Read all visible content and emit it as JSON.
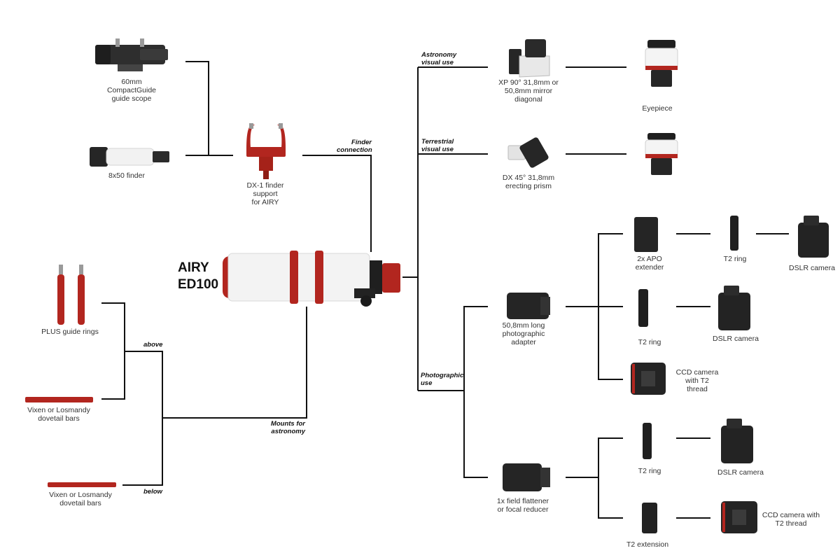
{
  "product": {
    "line1": "AIRY",
    "line2": "ED100"
  },
  "branches": {
    "finder": [
      "Finder",
      "connection"
    ],
    "astro_visual": [
      "Astronomy",
      "visual use"
    ],
    "terr_visual": [
      "Terrestrial",
      "visual use"
    ],
    "photo": [
      "Photographic",
      "use"
    ],
    "mounts": [
      "Mounts for",
      "astronomy"
    ],
    "above": "above",
    "below": "below"
  },
  "items": {
    "guide_scope": [
      "60mm",
      "CompactGuide",
      "guide scope"
    ],
    "finder_8x50": [
      "8x50 finder"
    ],
    "dx1_support": [
      "DX-1 finder",
      "support",
      "for AIRY"
    ],
    "guide_rings": [
      "PLUS guide rings"
    ],
    "dovetail_above": [
      "Vixen or Losmandy",
      "dovetail bars"
    ],
    "dovetail_below": [
      "Vixen or Losmandy",
      "dovetail bars"
    ],
    "mirror_diagonal": [
      "XP 90° 31,8mm or",
      "50,8mm mirror",
      "diagonal"
    ],
    "eyepiece": [
      "Eyepiece"
    ],
    "erecting_prism": [
      "DX 45° 31,8mm",
      "erecting prism"
    ],
    "apo_extender": [
      "2x APO",
      "extender"
    ],
    "t2_ring_a": [
      "T2 ring"
    ],
    "dslr_a": [
      "DSLR camera"
    ],
    "photo_adapter": [
      "50,8mm long",
      "photographic",
      "adapter"
    ],
    "t2_ring_b": [
      "T2 ring"
    ],
    "dslr_b": [
      "DSLR camera"
    ],
    "ccd_a": [
      "CCD camera",
      "with T2",
      "thread"
    ],
    "flattener": [
      "1x field flattener",
      "or focal reducer"
    ],
    "t2_ring_c": [
      "T2 ring"
    ],
    "dslr_c": [
      "DSLR camera"
    ],
    "t2_extension": [
      "T2 extension"
    ],
    "ccd_b": [
      "CCD camera with",
      "T2 thread"
    ]
  },
  "colors": {
    "line": "#111111",
    "red": "#b2261f",
    "dark": "#2a2a2a",
    "white": "#f2f2f2"
  }
}
